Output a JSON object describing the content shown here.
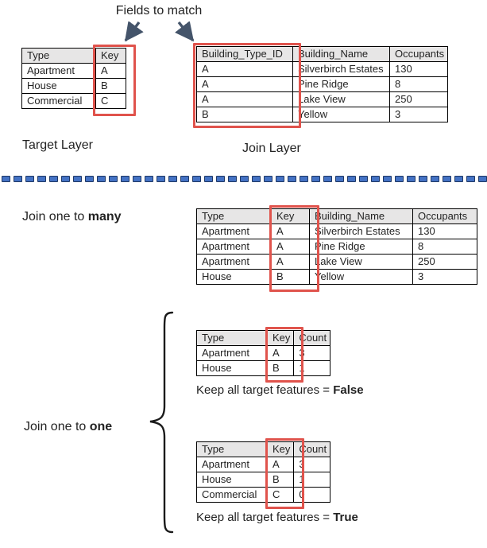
{
  "colors": {
    "red_box": "#E0534C",
    "header_bg": "#E7E6E6",
    "arrow": "#44546A",
    "dash_fill": "#4472C4",
    "dash_border": "#1F3864",
    "brace": "#1a1a1a"
  },
  "annotation": {
    "fields_to_match": "Fields to match"
  },
  "target_layer": {
    "caption": "Target Layer",
    "table": {
      "headers": [
        "Type",
        "Key"
      ],
      "rows": [
        [
          "Apartment",
          "A"
        ],
        [
          "House",
          "B"
        ],
        [
          "Commercial",
          "C"
        ]
      ]
    }
  },
  "join_layer": {
    "caption": "Join Layer",
    "table": {
      "headers": [
        "Building_Type_ID",
        "Building_Name",
        "Occupants"
      ],
      "rows": [
        [
          "A",
          "Silverbirch Estates",
          "130"
        ],
        [
          "A",
          "Pine Ridge",
          "8"
        ],
        [
          "A",
          "Lake View",
          "250"
        ],
        [
          "B",
          "Yellow",
          "3"
        ]
      ]
    }
  },
  "one_to_many": {
    "label_normal": "Join one to ",
    "label_bold": "many",
    "table": {
      "headers": [
        "Type",
        "Key",
        "Building_Name",
        "Occupants"
      ],
      "rows": [
        [
          "Apartment",
          "A",
          "Silverbirch Estates",
          "130"
        ],
        [
          "Apartment",
          "A",
          "Pine Ridge",
          "8"
        ],
        [
          "Apartment",
          "A",
          "Lake View",
          "250"
        ],
        [
          "House",
          "B",
          "Yellow",
          "3"
        ]
      ]
    }
  },
  "one_to_one": {
    "label_normal": "Join one to ",
    "label_bold": "one",
    "false_result": {
      "table": {
        "headers": [
          "Type",
          "Key",
          "Count"
        ],
        "rows": [
          [
            "Apartment",
            "A",
            "3"
          ],
          [
            "House",
            "B",
            "1"
          ]
        ]
      },
      "note_normal": "Keep all target features = ",
      "note_bold": "False"
    },
    "true_result": {
      "table": {
        "headers": [
          "Type",
          "Key",
          "Count"
        ],
        "rows": [
          [
            "Apartment",
            "A",
            "3"
          ],
          [
            "House",
            "B",
            "1"
          ],
          [
            "Commercial",
            "C",
            "0"
          ]
        ]
      },
      "note_normal": "Keep all target features = ",
      "note_bold": "True"
    }
  }
}
